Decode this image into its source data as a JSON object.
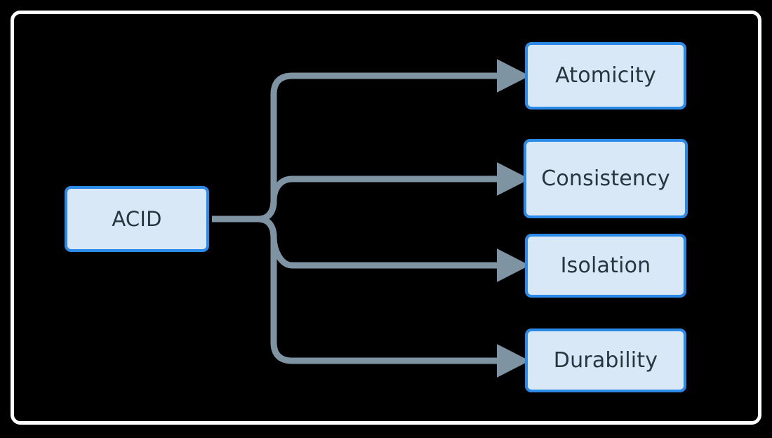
{
  "diagram": {
    "type": "tree-flowchart",
    "title": "ACID properties diagram",
    "background_color": "#000000",
    "frame_color": "#ffffff",
    "node_fill": "#d9e8f7",
    "node_border": "#2b8ae8",
    "node_text_color": "#28363f",
    "edge_color": "#7f94a3",
    "root": {
      "id": "acid",
      "label": "ACID"
    },
    "children": [
      {
        "id": "atomicity",
        "label": "Atomicity"
      },
      {
        "id": "consistency",
        "label": "Consistency"
      },
      {
        "id": "isolation",
        "label": "Isolation"
      },
      {
        "id": "durability",
        "label": "Durability"
      }
    ],
    "edges": [
      {
        "from": "ACID",
        "to": "Atomicity",
        "arrow": "arrow-head-icon"
      },
      {
        "from": "ACID",
        "to": "Consistency",
        "arrow": "arrow-head-icon"
      },
      {
        "from": "ACID",
        "to": "Isolation",
        "arrow": "arrow-head-icon"
      },
      {
        "from": "ACID",
        "to": "Durability",
        "arrow": "arrow-head-icon"
      }
    ]
  }
}
